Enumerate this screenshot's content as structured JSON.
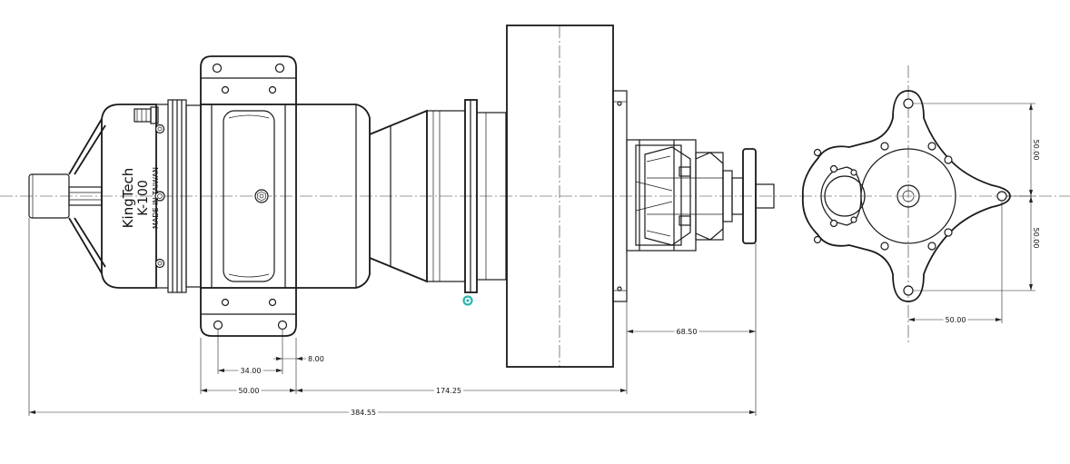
{
  "engine_label": {
    "brand": "KingTech",
    "model": "K-100",
    "origin": "MADE IN TAIWAN"
  },
  "dimensions": {
    "mount_hole_spacing": "34.00",
    "mount_hole_offset": "8.00",
    "mount_flange_width": "50.00",
    "mount_to_exhaust": "174.25",
    "overall_length": "384.55",
    "tailpipe_length": "68.50",
    "rear_view_half_height_top": "50.00",
    "rear_view_half_height_bottom": "50.00",
    "rear_view_half_width": "50.00"
  },
  "colors": {
    "line": "#1a1a1a",
    "background": "#ffffff",
    "cursor_marker": "#2bb5b0"
  }
}
